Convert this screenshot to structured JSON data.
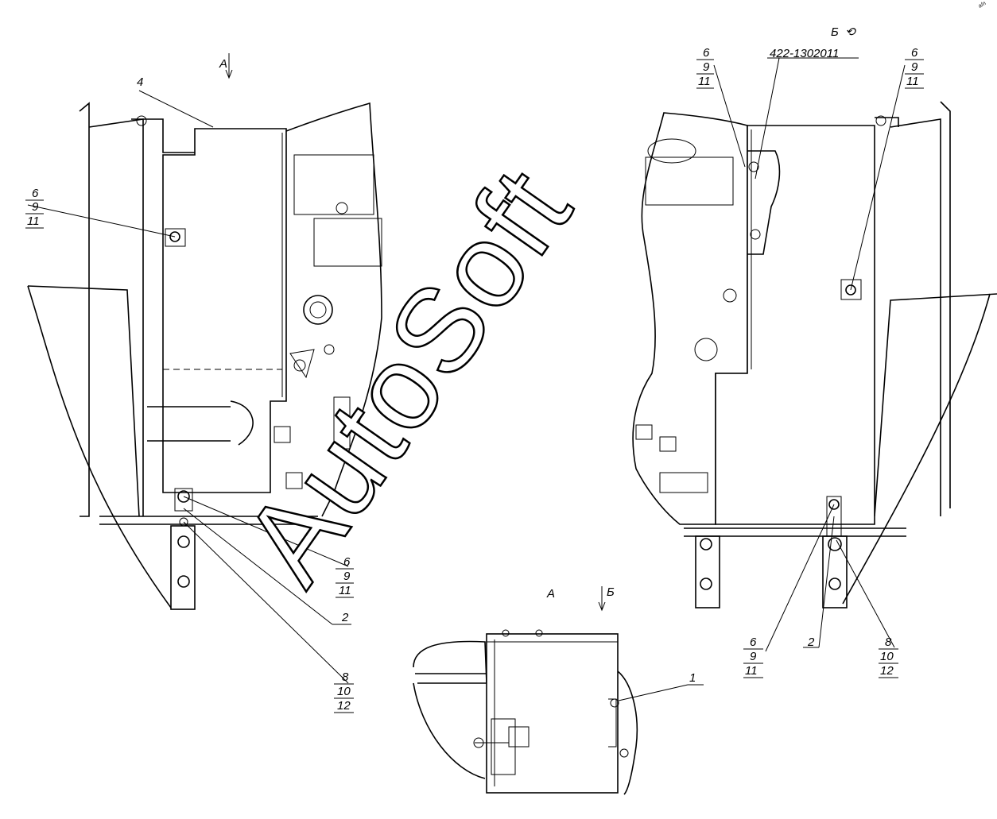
{
  "view_labels": {
    "view_a_arrow": "А",
    "view_b_rotated": "Б",
    "view_a_title": "А",
    "view_b_arrow": "Б"
  },
  "part_number": "422-1302011",
  "callouts": {
    "left_top": [
      "6",
      "9",
      "11"
    ],
    "left_tank": "4",
    "left_bottom_bolt": [
      "6",
      "9",
      "11"
    ],
    "left_bracket": "2",
    "left_nut": [
      "8",
      "10",
      "12"
    ],
    "right_top_a": [
      "6",
      "9",
      "11"
    ],
    "right_top_b": [
      "6",
      "9",
      "11"
    ],
    "right_bottom_bolt": [
      "6",
      "9",
      "11"
    ],
    "right_bracket": "2",
    "right_nut": [
      "8",
      "10",
      "12"
    ],
    "bottom_view_part": "1"
  },
  "watermark": {
    "text": "AutoSoft",
    "corner_mark": "a/n"
  }
}
